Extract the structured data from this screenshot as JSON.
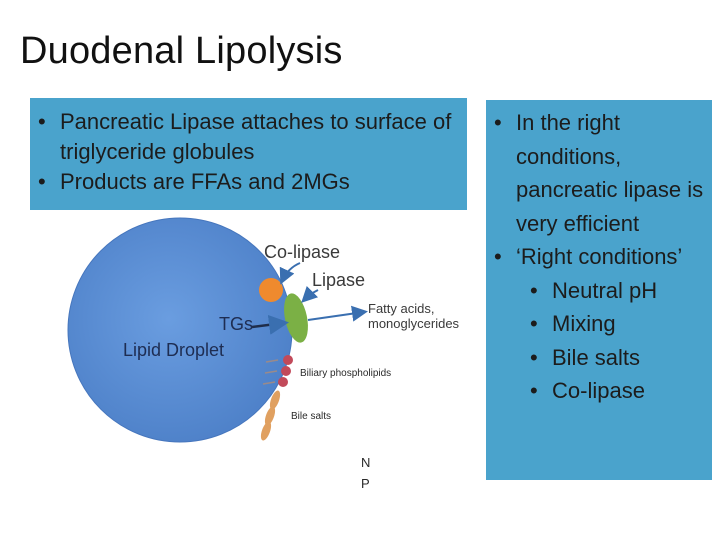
{
  "slide": {
    "title": "Duodenal Lipolysis"
  },
  "left_box": {
    "bullets": [
      "Pancreatic Lipase attaches to surface of triglyceride globules",
      "Products are FFAs and 2MGs"
    ]
  },
  "right_box": {
    "bullets": [
      "In the right conditions, pancreatic lipase is very efficient",
      "‘Right conditions’"
    ],
    "sub_bullets": [
      "Neutral pH",
      "Mixing",
      "Bile salts",
      "Co-lipase"
    ]
  },
  "diagram": {
    "colipase_label": "Co-lipase",
    "lipase_label": "Lipase",
    "tgs_label": "TGs",
    "droplet_label": "Lipid Droplet",
    "fatty_acids_line1": "Fatty acids,",
    "fatty_acids_line2": "monoglycerides",
    "biliary_label": "Biliary phospholipids",
    "bile_salts_label": "Bile salts",
    "cut_letter_1": "N",
    "cut_letter_2": "P",
    "colors": {
      "droplet": "#5b8fd6",
      "colipase": "#ef8a2e",
      "lipase": "#7bb045",
      "arrow": "#3a6fb0",
      "phospholipid": "#c24a5a",
      "bile_salt": "#e0a060",
      "box": "#4aa3cc"
    }
  }
}
